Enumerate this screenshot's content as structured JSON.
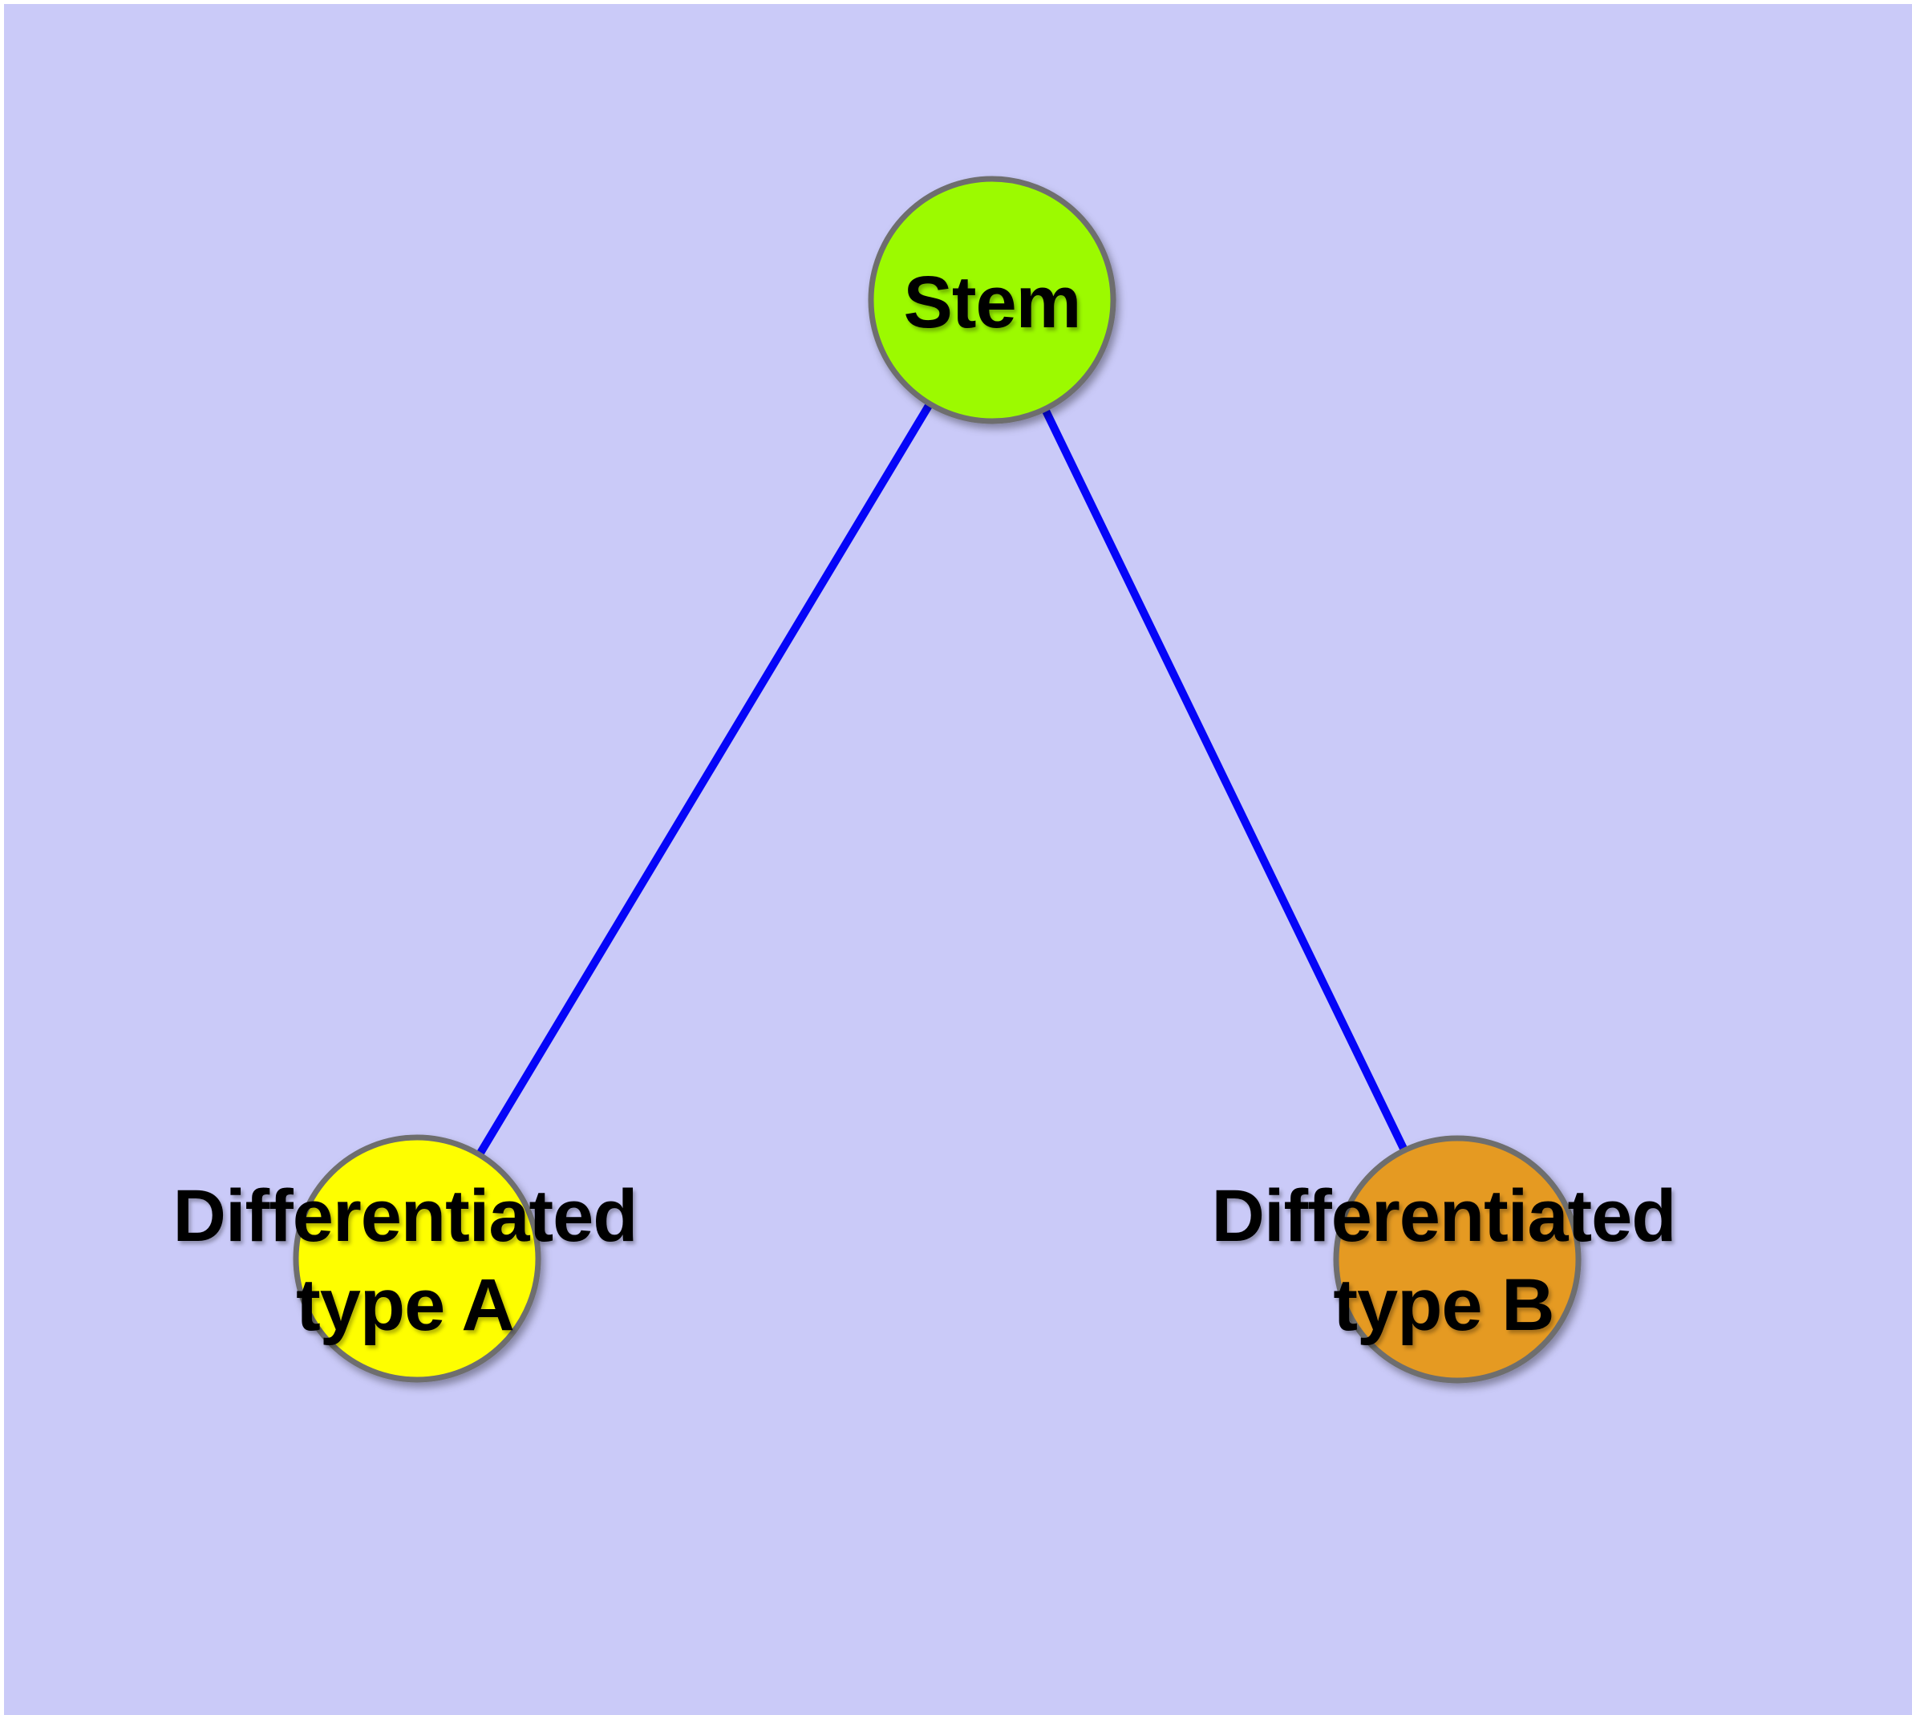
{
  "diagram": {
    "type": "node-link-tree",
    "colors": {
      "background": "#CACAF8",
      "page_margin": "#FFFFFF",
      "edge": "#0505F8",
      "node_border": "#6E6E6E",
      "label_text": "#000000"
    },
    "nodes": {
      "stem": {
        "label": "Stem",
        "fill": "#9CFA00"
      },
      "type_a": {
        "label_line1": "Differentiated",
        "label_line2": "type A",
        "fill": "#FEFE00"
      },
      "type_b": {
        "label_line1": "Differentiated",
        "label_line2": "type B",
        "fill": "#E59A20"
      }
    },
    "edges": [
      {
        "from": "Stem",
        "to": "Differentiated type A"
      },
      {
        "from": "Stem",
        "to": "Differentiated type B"
      }
    ]
  }
}
